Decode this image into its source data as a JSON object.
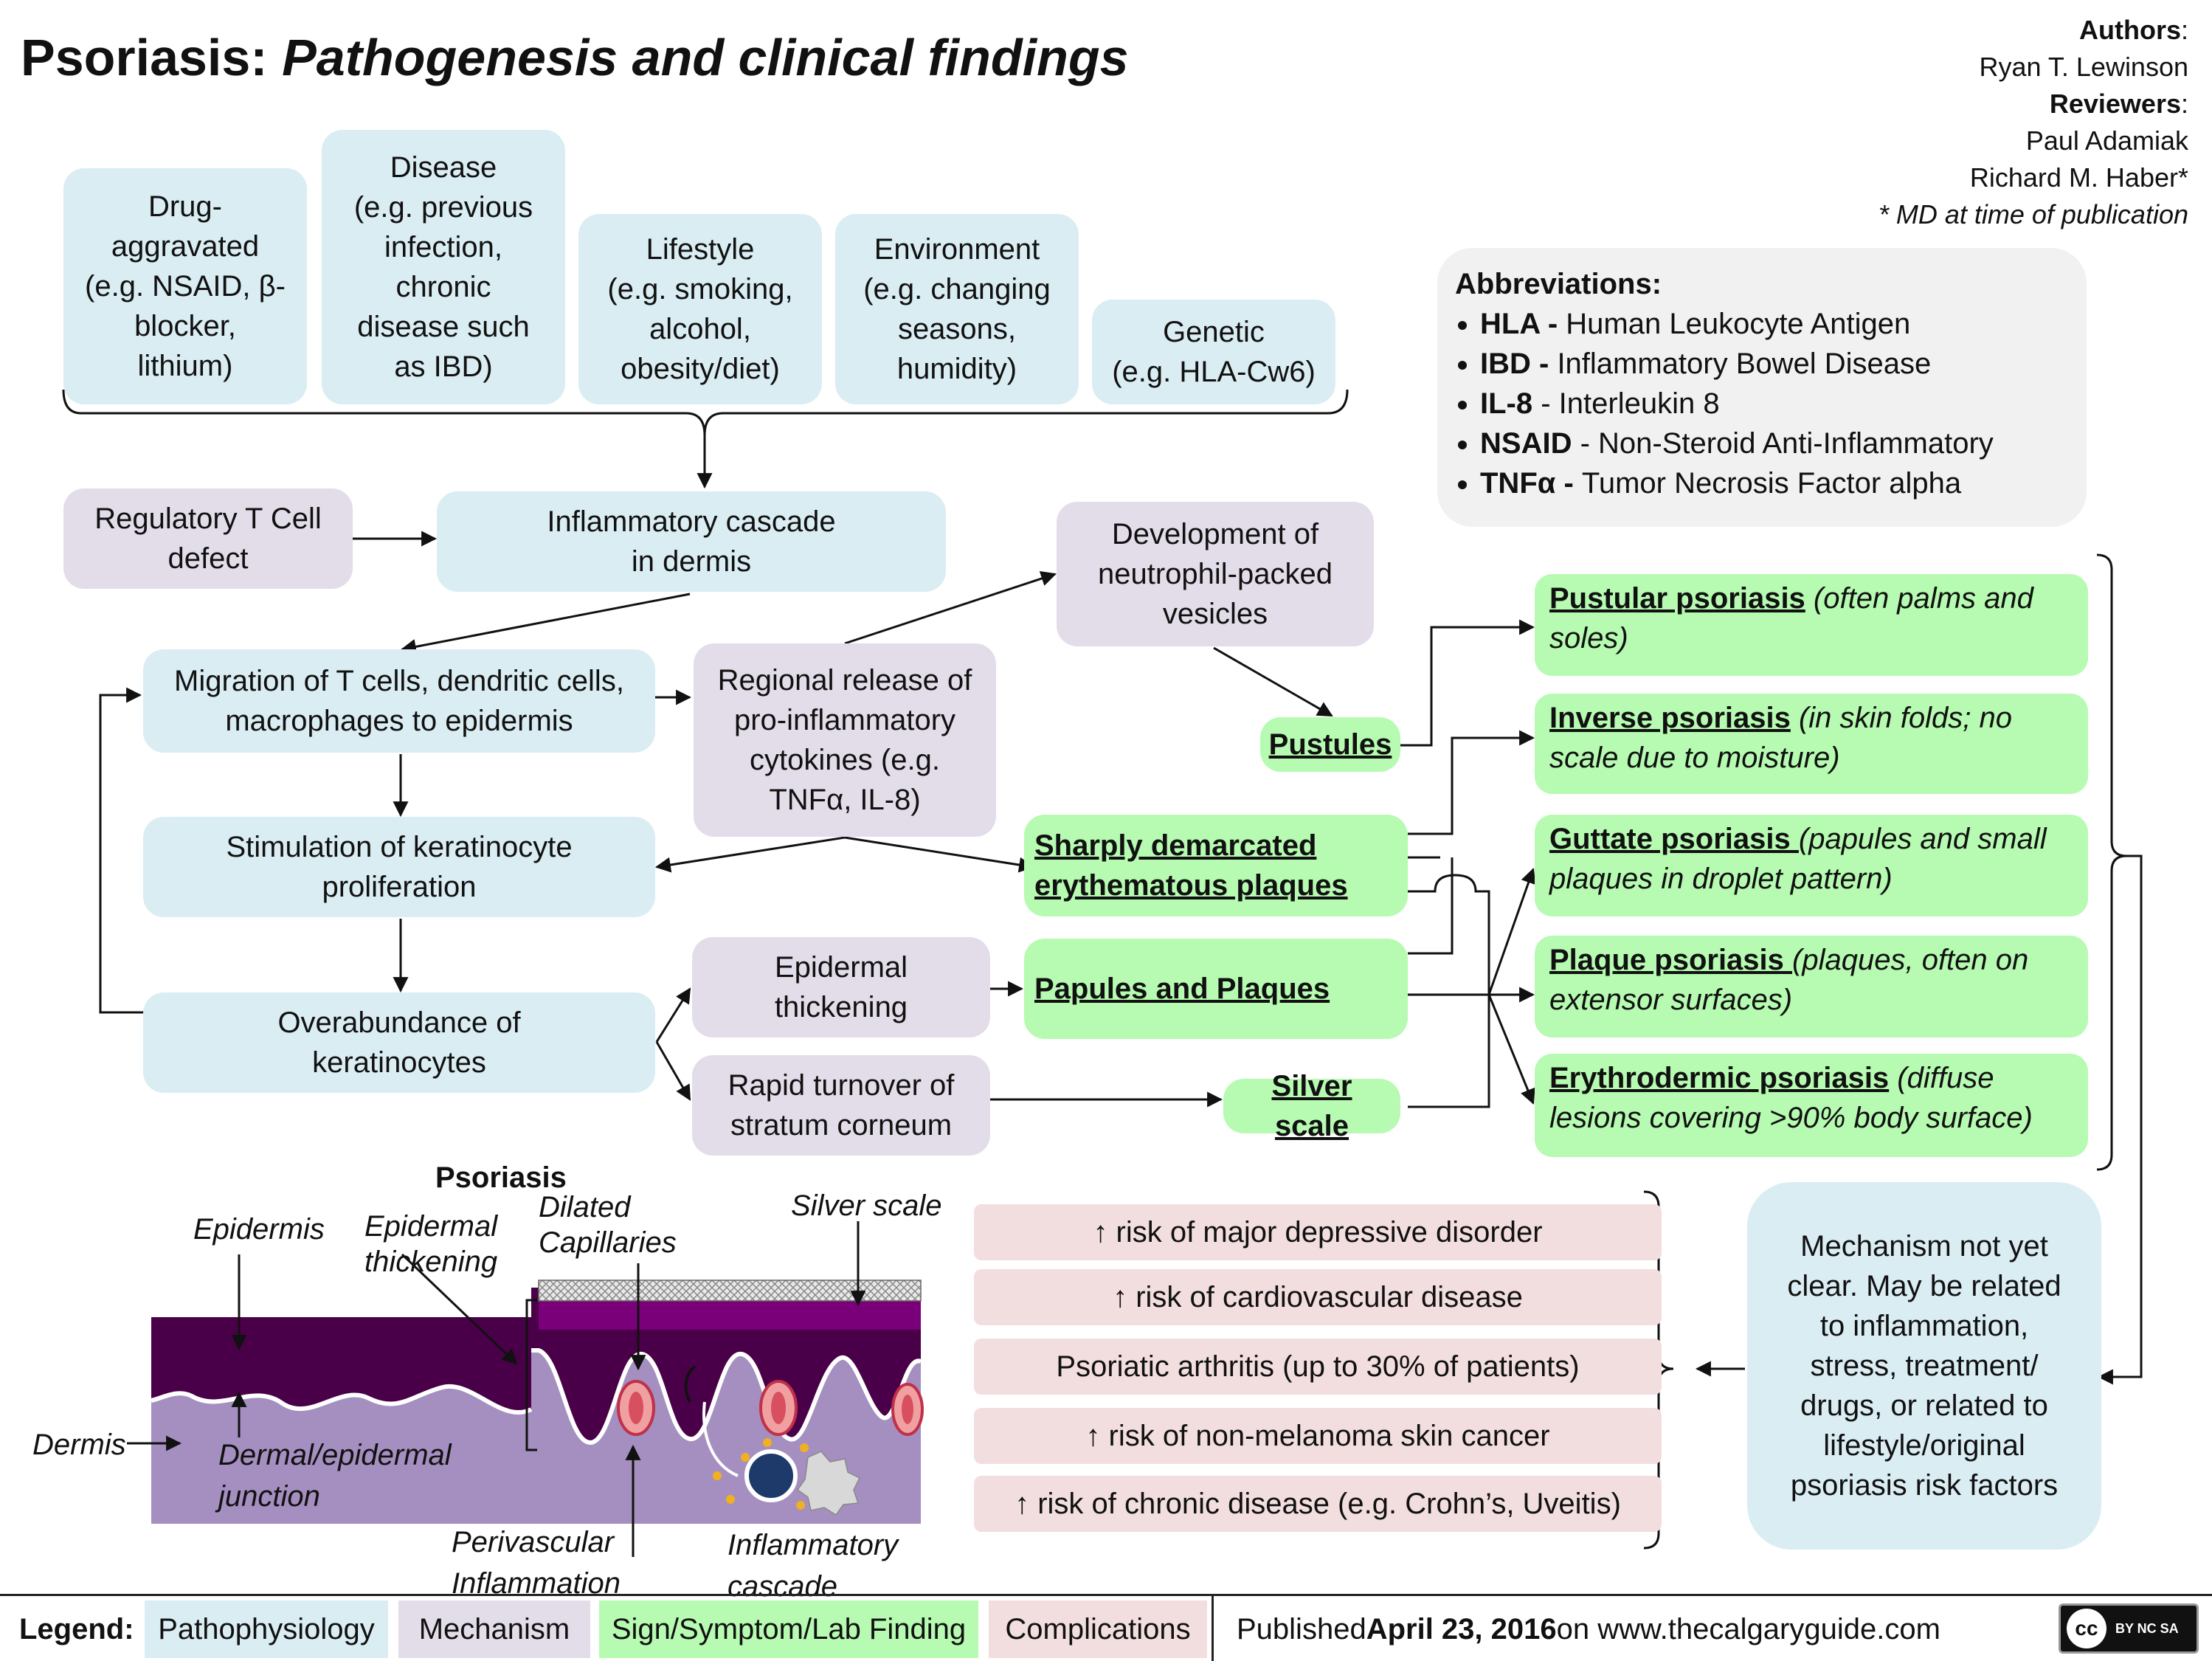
{
  "title": {
    "main": "Psoriasis:",
    "sub": "Pathogenesis and clinical findings"
  },
  "authors": {
    "authors_label": "Authors",
    "author": "Ryan T. Lewinson",
    "reviewers_label": "Reviewers",
    "reviewer1": "Paul Adamiak",
    "reviewer2": "Richard M. Haber*",
    "note": "* MD at time of publication"
  },
  "abbreviations": {
    "heading": "Abbreviations:",
    "items": [
      {
        "key": "HLA -",
        "value": " Human Leukocyte Antigen"
      },
      {
        "key": "IBD -",
        "value": " Inflammatory Bowel Disease"
      },
      {
        "key": "IL-8",
        "value": " - Interleukin 8"
      },
      {
        "key": "NSAID",
        "value": " - Non-Steroid Anti-Inflammatory"
      },
      {
        "key": "TNFα -",
        "value": " Tumor Necrosis Factor alpha"
      }
    ]
  },
  "risk_factors": {
    "drug": "Drug-\naggravated\n(e.g. NSAID, β-\nblocker,\nlithium)",
    "disease": "Disease\n(e.g. previous\ninfection,\nchronic\ndisease such\nas IBD)",
    "lifestyle": "Lifestyle\n(e.g. smoking,\nalcohol,\nobesity/diet)",
    "environment": "Environment\n(e.g. changing\nseasons,\nhumidity)",
    "genetic": "Genetic\n(e.g. HLA-Cw6)"
  },
  "nodes": {
    "treg": "Regulatory T Cell\ndefect",
    "cascade": "Inflammatory cascade\nin dermis",
    "migration": "Migration of T cells, dendritic cells,\nmacrophages to epidermis",
    "regional": "Regional release of\npro-inflammatory\ncytokines (e.g.\nTNFα, IL-8)",
    "neutrophil": "Development of\nneutrophil-packed\nvesicles",
    "stimulation": "Stimulation of keratinocyte\nproliferation",
    "overabundance": "Overabundance of\nkeratinocytes",
    "epidermal": "Epidermal\nthickening",
    "turnover": "Rapid turnover of\nstratum corneum",
    "pustules": "Pustules ",
    "plaques": "Sharply demarcated\nerythematous plaques ",
    "papules": "Papules and Plaques",
    "silver": "Silver scale "
  },
  "types": [
    {
      "name": "Pustular psoriasis",
      "desc": " (often palms and soles)"
    },
    {
      "name": "Inverse psoriasis",
      "desc": " (in skin folds; no scale due to moisture)"
    },
    {
      "name": "Guttate psoriasis ",
      "desc": "(papules and small plaques in droplet pattern)"
    },
    {
      "name": "Plaque psoriasis ",
      "desc": "(plaques, often on extensor surfaces)"
    },
    {
      "name": "Erythrodermic psoriasis",
      "desc": " (diffuse lesions covering >90% body surface)"
    }
  ],
  "complications": [
    "↑ risk of major depressive disorder",
    "↑ risk of cardiovascular disease",
    "Psoriatic arthritis (up to 30% of patients)",
    "↑ risk of non-melanoma skin cancer",
    "↑ risk of chronic disease (e.g. Crohn’s, Uveitis)"
  ],
  "mechanism_note": "Mechanism not yet\nclear. May be related\nto inflammation,\nstress, treatment/\ndrugs, or related to\nlifestyle/original\npsoriasis risk factors",
  "illustration": {
    "psoriasis": "Psoriasis",
    "epidermis": "Epidermis",
    "epidermal_thickening": "Epidermal\nthickening",
    "dilated": "Dilated\nCapillaries",
    "silver_scale": "Silver scale",
    "dermis": "Dermis",
    "junction": "Dermal/epidermal\njunction",
    "perivascular": "Perivascular\nInflammation",
    "inflammatory": "Inflammatory\ncascade"
  },
  "legend": {
    "label": "Legend:",
    "pathophysiology": "Pathophysiology",
    "mechanism": "Mechanism",
    "sign": "Sign/Symptom/Lab Finding",
    "complications": "Complications",
    "published_pre": "Published ",
    "published_date": "April 23, 2016",
    "published_post": " on www.thecalgaryguide.com",
    "license": "BY NC SA"
  },
  "colors": {
    "pathophysiology": "#daedf3",
    "mechanism": "#e3dde9",
    "sign": "#b6fbb1",
    "complications": "#f3dedf",
    "epidermis": "#4a0048",
    "dermis": "#a48fc0"
  }
}
